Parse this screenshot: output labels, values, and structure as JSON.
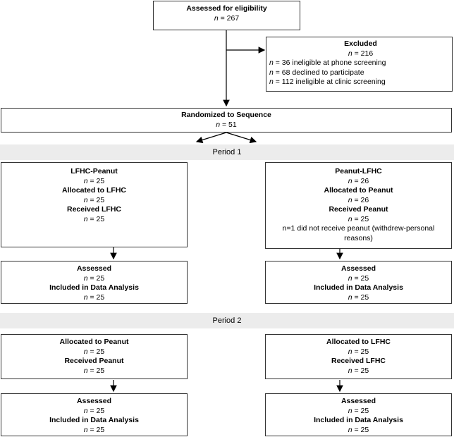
{
  "assessed": {
    "title": "Assessed for eligibility",
    "n": "n",
    "value": " = 267"
  },
  "excluded": {
    "title": "Excluded",
    "n_line": " = 216",
    "lines": [
      {
        "val": " = 36",
        "text": "  ineligible at phone screening"
      },
      {
        "val": " = 68",
        "text": " declined to participate"
      },
      {
        "val": " = 112",
        "text": "  ineligible at clinic screening"
      }
    ]
  },
  "randomized": {
    "title": "Randomized to Sequence",
    "value": " = 51"
  },
  "period1": {
    "label": "Period 1"
  },
  "period2": {
    "label": "Period 2"
  },
  "left_p1": {
    "title": "LFHC-Peanut",
    "n1": " = 25",
    "alloc": "Allocated to LFHC",
    "n2": " = 25",
    "recv": "Received LFHC",
    "n3": " = 25"
  },
  "right_p1": {
    "title": "Peanut-LFHC",
    "n1": " = 26",
    "alloc": "Allocated to Peanut",
    "n2": " = 26",
    "recv": "Received Peanut",
    "n3": " = 25",
    "note": "n=1 did not receive peanut (withdrew-personal reasons)"
  },
  "assess_box": {
    "title": "Assessed",
    "n1": " = 25",
    "incl": "Included in Data Analysis",
    "n2": " = 25"
  },
  "left_p2": {
    "alloc": "Allocated to Peanut",
    "n1": " = 25",
    "recv": "Received Peanut",
    "n2": " = 25"
  },
  "right_p2": {
    "alloc": "Allocated to LFHC",
    "n1": " = 25",
    "recv": "Received LFHC",
    "n2": " = 25"
  },
  "n_symbol": "n"
}
